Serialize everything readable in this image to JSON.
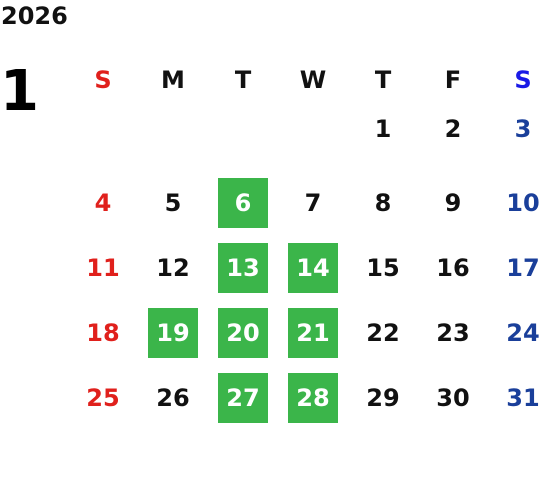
{
  "calendar": {
    "year": "2026",
    "month": "1",
    "weekdays": [
      "S",
      "M",
      "T",
      "W",
      "T",
      "F",
      "S"
    ],
    "days": [
      [
        "",
        "",
        "",
        "",
        "1",
        "2",
        "3"
      ],
      [
        "4",
        "5",
        "6",
        "7",
        "8",
        "9",
        "10"
      ],
      [
        "11",
        "12",
        "13",
        "14",
        "15",
        "16",
        "17"
      ],
      [
        "18",
        "19",
        "20",
        "21",
        "22",
        "23",
        "24"
      ],
      [
        "25",
        "26",
        "27",
        "28",
        "29",
        "30",
        "31"
      ]
    ],
    "highlighted_days": [
      "6",
      "13",
      "14",
      "19",
      "20",
      "21",
      "27",
      "28"
    ],
    "colors": {
      "sunday": "#e0201c",
      "saturday_header": "#1a1ae6",
      "saturday": "#1a3f9a",
      "highlight": "#3bb54a"
    }
  }
}
